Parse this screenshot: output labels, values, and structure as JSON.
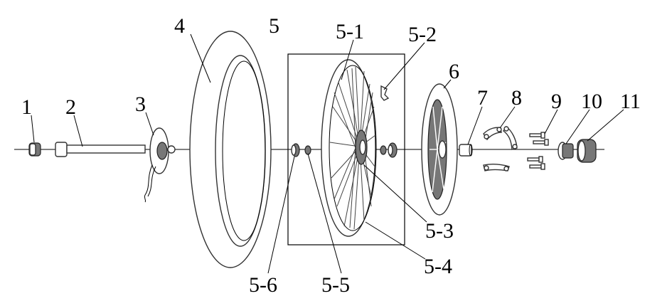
{
  "diagram": {
    "labels": {
      "l1": "1",
      "l2": "2",
      "l3": "3",
      "l4": "4",
      "l5": "5",
      "l5_1": "5-1",
      "l5_2": "5-2",
      "l5_3": "5-3",
      "l5_4": "5-4",
      "l5_5": "5-5",
      "l5_6": "5-6",
      "l6": "6",
      "l7": "7",
      "l8": "8",
      "l9": "9",
      "l10": "10",
      "l11": "11"
    }
  }
}
